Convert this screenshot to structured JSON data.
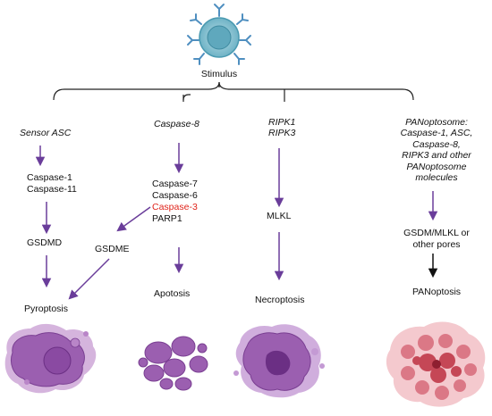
{
  "stimulus": {
    "label": "Stimulus"
  },
  "columns": [
    {
      "trigger": [
        "Sensor ASC"
      ],
      "mediators": [
        "Caspase-1",
        "Caspase-11"
      ],
      "effector": "GSDMD",
      "outcome": "Pyroptosis"
    },
    {
      "trigger": [
        "Caspase-8"
      ],
      "mediators": [
        "Caspase-7",
        "Caspase-6",
        "Caspase-3",
        "PARP1"
      ],
      "branch": "GSDME",
      "outcome": "Apotosis"
    },
    {
      "trigger": [
        "RIPK1",
        "RIPK3"
      ],
      "effector": "MLKL",
      "outcome": "Necroptosis"
    },
    {
      "trigger": [
        "PANoptosome:",
        "Caspase-1, ASC,",
        "Caspase-8,",
        "RIPK3 and other",
        "PANoptosome",
        "molecules"
      ],
      "effector": [
        "GSDM/MLKL or",
        "other pores"
      ],
      "outcome": "PANoptosis"
    }
  ],
  "colors": {
    "arrow": "#6a3d9a",
    "arrow_black": "#111111",
    "highlight_text": "#e0241b",
    "cell_purple": "#9b5fb0",
    "cell_red": "#c0394a",
    "receptor": "#4f8fc0"
  },
  "icons": [
    "immune-cell-icon",
    "receptor-icon",
    "pyroptotic-cell-icon",
    "apoptotic-bodies-icon",
    "necroptotic-cell-icon",
    "panoptotic-cell-icon"
  ]
}
